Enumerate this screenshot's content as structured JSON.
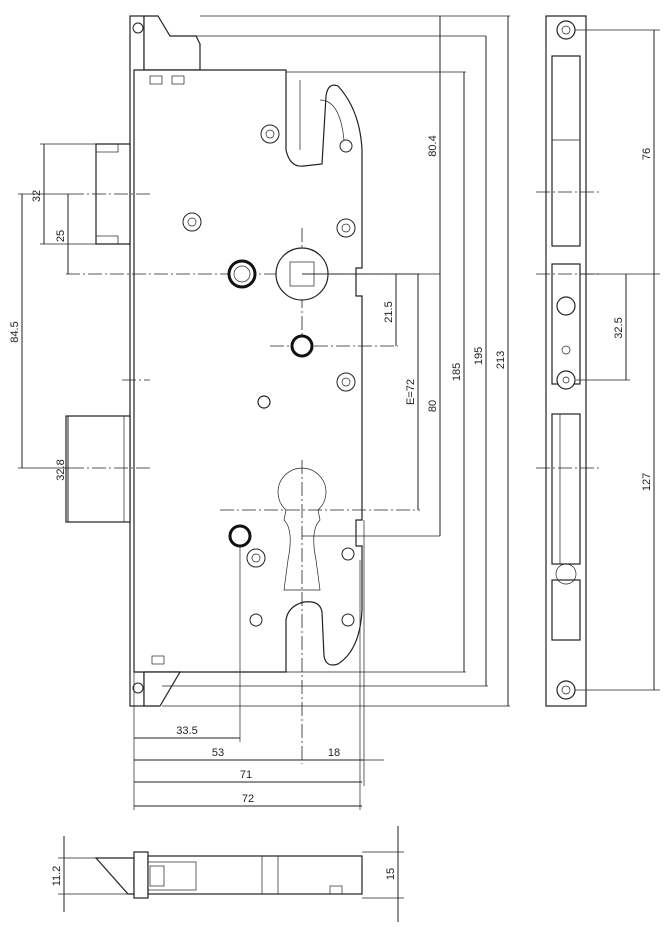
{
  "front_view": {
    "dim_32": "32",
    "dim_25": "25",
    "dim_84_5": "84.5",
    "dim_32_8": "32.8",
    "dim_80_4": "80.4",
    "dim_21_5": "21.5",
    "dim_e72": "E=72",
    "dim_80": "80",
    "dim_185": "185",
    "dim_195": "195",
    "dim_213": "213",
    "dim_33_5": "33.5",
    "dim_53": "53",
    "dim_18": "18",
    "dim_71": "71",
    "dim_72": "72"
  },
  "side_view": {
    "dim_76": "76",
    "dim_32_5": "32.5",
    "dim_127": "127"
  },
  "top_view": {
    "dim_11_2": "11.2",
    "dim_15": "15"
  }
}
